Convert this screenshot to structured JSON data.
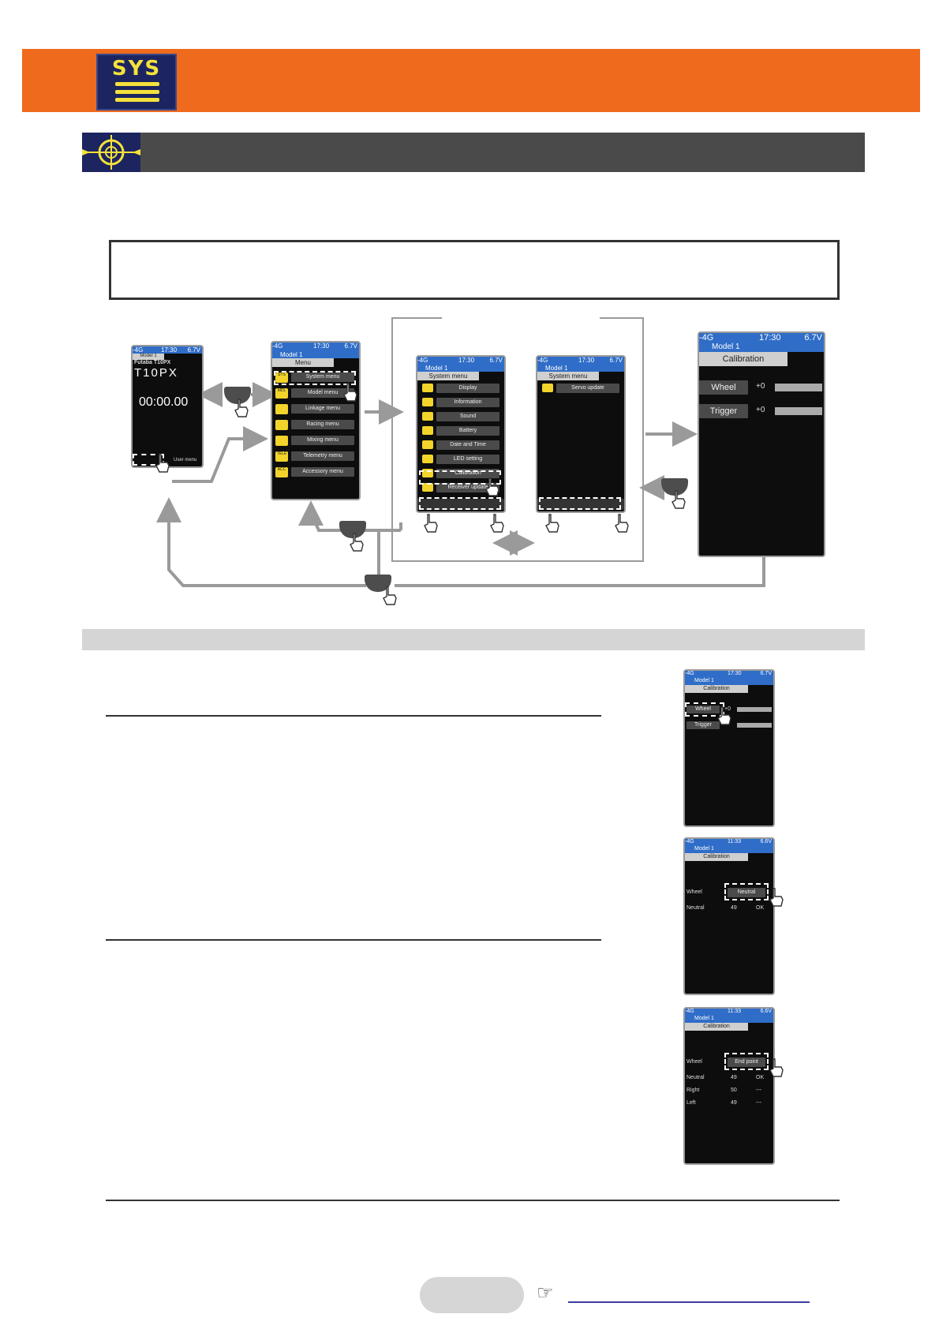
{
  "header": {
    "logo_text": "SYS"
  },
  "flow": {
    "home": {
      "status_left": "-4G",
      "status_time": "17:30",
      "status_batt": "6.7V",
      "model": "Model 1",
      "brand": "Futaba T10PX",
      "logo": "T10PX",
      "timer": "00:00.00",
      "user_menu": "User menu"
    },
    "menu": {
      "status_left": "-4G",
      "status_time": "17:30",
      "status_batt": "6.7V",
      "model": "Model 1",
      "tab": "Menu",
      "items": [
        "System menu",
        "Model menu",
        "Linkage menu",
        "Racing menu",
        "Mixing menu",
        "Telemetry menu",
        "Accessory menu"
      ],
      "icon_labels": [
        "SYS",
        "MDL",
        "",
        "",
        "",
        "TELE",
        "ACC"
      ]
    },
    "system1": {
      "status_left": "-4G",
      "status_time": "17:30",
      "status_batt": "6.7V",
      "model": "Model 1",
      "tab": "System menu",
      "items": [
        "Display",
        "Information",
        "Sound",
        "Battery",
        "Date and Time",
        "LED setting",
        "Calibration",
        "Receiver update"
      ]
    },
    "system2": {
      "status_left": "-4G",
      "status_time": "17:30",
      "status_batt": "6.7V",
      "model": "Model 1",
      "tab": "System menu",
      "items": [
        "Servo update"
      ]
    },
    "calibration": {
      "status_left": "-4G",
      "status_time": "17:30",
      "status_batt": "6.7V",
      "model": "Model 1",
      "tab": "Calibration",
      "rows": [
        {
          "label": "Wheel",
          "value": "+0"
        },
        {
          "label": "Trigger",
          "value": "+0"
        }
      ]
    }
  },
  "steps": {
    "s1": {
      "status_left": "-4G",
      "status_time": "17:30",
      "status_batt": "6.7V",
      "model": "Model 1",
      "tab": "Calibration",
      "rows": [
        {
          "label": "Wheel",
          "value": "+0"
        },
        {
          "label": "Trigger",
          "value": ""
        }
      ]
    },
    "s2": {
      "status_left": "-4G",
      "status_time": "11:33",
      "status_batt": "6.6V",
      "model": "Model 1",
      "tab": "Calibration",
      "label": "Wheel",
      "button": "Neutral",
      "rows": [
        {
          "label": "Neutral",
          "value": "49",
          "status": "OK"
        }
      ]
    },
    "s3": {
      "status_left": "-4G",
      "status_time": "11:33",
      "status_batt": "6.6V",
      "model": "Model 1",
      "tab": "Calibration",
      "label": "Wheel",
      "button": "End point",
      "rows": [
        {
          "label": "Neutral",
          "value": "49",
          "status": "OK"
        },
        {
          "label": "Right",
          "value": "50",
          "status": "---"
        },
        {
          "label": "Left",
          "value": "49",
          "status": "---"
        }
      ]
    }
  },
  "colors": {
    "orange": "#f06a1d",
    "section_bar": "#4a4a4a",
    "screen_blue": "#2f6dc8",
    "icon_yellow": "#f2d42a"
  }
}
